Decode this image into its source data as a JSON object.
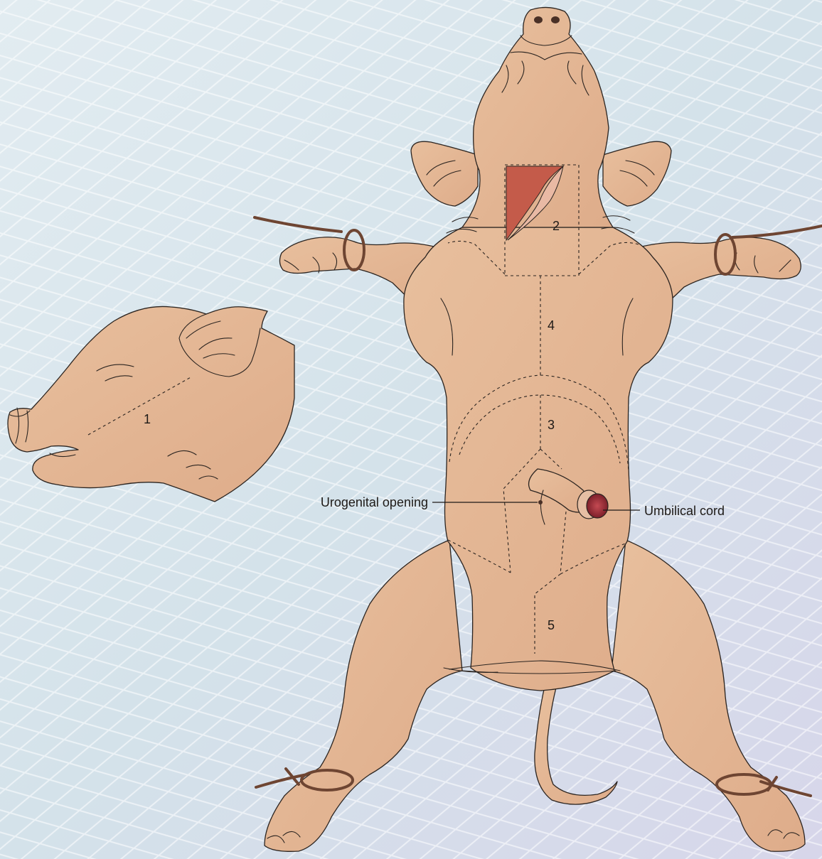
{
  "labels": {
    "urogenital_opening": "Urogenital opening",
    "umbilical_cord": "Umbilical cord"
  },
  "incision_numbers": {
    "head_side": "1",
    "neck_window": "2",
    "abdomen": "3",
    "thorax": "4",
    "pelvis": "5"
  },
  "colors": {
    "skin": "#e3b694",
    "skin_shadow": "#d6a382",
    "outline": "#2b2420",
    "rope": "#6e4532",
    "exposed_tissue": "#c45b4a",
    "umbilical_cord": "#9b2a35",
    "background": "#d9e4ec"
  }
}
